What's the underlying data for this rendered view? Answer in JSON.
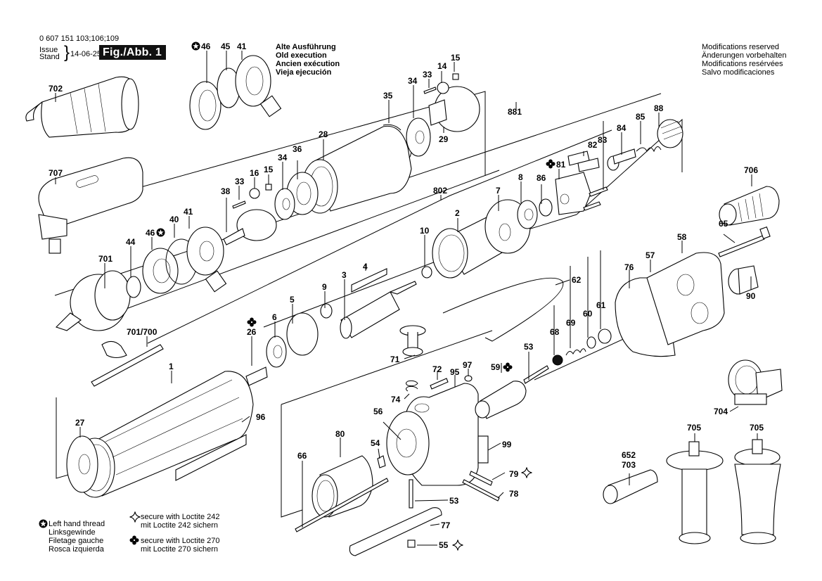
{
  "header": {
    "part_code": "0 607 151 103;106;109",
    "issue_label_1": "Issue",
    "issue_label_2": "Stand",
    "issue_date": "14-06-25",
    "figure_label": "Fig./Abb. 1"
  },
  "old_execution": {
    "lines": [
      "Alte Ausführung",
      "Old execution",
      "Ancien exécution",
      "Vieja ejecución"
    ]
  },
  "modifications": {
    "lines": [
      "Modifications reserved",
      "Änderungen vorbehalten",
      "Modifications resérvées",
      "Salvo modificaciones"
    ]
  },
  "legend": {
    "left_hand_thread": {
      "icon": "left-hand-thread-star-icon",
      "lines": [
        "Left hand thread",
        "Linksgewinde",
        "Filetage gauche",
        "Rosca izquierda"
      ]
    },
    "loctite_242": {
      "icon": "four-point-star-outline-icon",
      "lines": [
        "secure with Loctite 242",
        "mit Loctite 242 sichern"
      ]
    },
    "loctite_270": {
      "icon": "clover-icon",
      "lines": [
        "secure with Loctite 270",
        "mit Loctite 270 sichern"
      ]
    }
  },
  "callouts": [
    {
      "id": "46-top",
      "label": "46",
      "mark": "left-hand-thread"
    },
    {
      "id": "45",
      "label": "45"
    },
    {
      "id": "41-top",
      "label": "41"
    },
    {
      "id": "15-top",
      "label": "15"
    },
    {
      "id": "14",
      "label": "14"
    },
    {
      "id": "33-top",
      "label": "33"
    },
    {
      "id": "34-top",
      "label": "34"
    },
    {
      "id": "35",
      "label": "35"
    },
    {
      "id": "29",
      "label": "29"
    },
    {
      "id": "28",
      "label": "28"
    },
    {
      "id": "36",
      "label": "36"
    },
    {
      "id": "34-mid",
      "label": "34"
    },
    {
      "id": "15-mid",
      "label": "15"
    },
    {
      "id": "16",
      "label": "16"
    },
    {
      "id": "33-mid",
      "label": "33"
    },
    {
      "id": "38",
      "label": "38"
    },
    {
      "id": "702",
      "label": "702"
    },
    {
      "id": "707",
      "label": "707"
    },
    {
      "id": "41-mid",
      "label": "41"
    },
    {
      "id": "40",
      "label": "40"
    },
    {
      "id": "46-mid",
      "label": "46",
      "mark": "left-hand-thread"
    },
    {
      "id": "44",
      "label": "44"
    },
    {
      "id": "701",
      "label": "701"
    },
    {
      "id": "881",
      "label": "881"
    },
    {
      "id": "88",
      "label": "88"
    },
    {
      "id": "85",
      "label": "85"
    },
    {
      "id": "84",
      "label": "84"
    },
    {
      "id": "83",
      "label": "83"
    },
    {
      "id": "82",
      "label": "82"
    },
    {
      "id": "81",
      "label": "81",
      "mark": "loctite-270"
    },
    {
      "id": "86",
      "label": "86"
    },
    {
      "id": "8",
      "label": "8"
    },
    {
      "id": "7",
      "label": "7"
    },
    {
      "id": "802",
      "label": "802"
    },
    {
      "id": "2",
      "label": "2"
    },
    {
      "id": "10",
      "label": "10"
    },
    {
      "id": "4",
      "label": "4"
    },
    {
      "id": "3",
      "label": "3"
    },
    {
      "id": "9",
      "label": "9"
    },
    {
      "id": "5",
      "label": "5"
    },
    {
      "id": "6",
      "label": "6"
    },
    {
      "id": "26",
      "label": "26",
      "mark": "loctite-270"
    },
    {
      "id": "701-700",
      "label": "701/700"
    },
    {
      "id": "1",
      "label": "1"
    },
    {
      "id": "27",
      "label": "27"
    },
    {
      "id": "96",
      "label": "96"
    },
    {
      "id": "706",
      "label": "706"
    },
    {
      "id": "65",
      "label": "65"
    },
    {
      "id": "58",
      "label": "58"
    },
    {
      "id": "57",
      "label": "57"
    },
    {
      "id": "76",
      "label": "76"
    },
    {
      "id": "90",
      "label": "90"
    },
    {
      "id": "62",
      "label": "62"
    },
    {
      "id": "61",
      "label": "61"
    },
    {
      "id": "60",
      "label": "60"
    },
    {
      "id": "69",
      "label": "69"
    },
    {
      "id": "68",
      "label": "68"
    },
    {
      "id": "53-top",
      "label": "53"
    },
    {
      "id": "59",
      "label": "59",
      "mark": "loctite-270"
    },
    {
      "id": "97",
      "label": "97"
    },
    {
      "id": "95",
      "label": "95"
    },
    {
      "id": "72",
      "label": "72"
    },
    {
      "id": "71",
      "label": "71"
    },
    {
      "id": "74",
      "label": "74"
    },
    {
      "id": "56",
      "label": "56"
    },
    {
      "id": "54",
      "label": "54"
    },
    {
      "id": "80",
      "label": "80"
    },
    {
      "id": "66",
      "label": "66"
    },
    {
      "id": "99",
      "label": "99"
    },
    {
      "id": "79",
      "label": "79",
      "mark": "loctite-242"
    },
    {
      "id": "78",
      "label": "78"
    },
    {
      "id": "53-bot",
      "label": "53"
    },
    {
      "id": "77",
      "label": "77"
    },
    {
      "id": "55",
      "label": "55",
      "mark": "loctite-242"
    },
    {
      "id": "704",
      "label": "704"
    },
    {
      "id": "705-a",
      "label": "705"
    },
    {
      "id": "705-b",
      "label": "705"
    },
    {
      "id": "652",
      "label": "652"
    },
    {
      "id": "703",
      "label": "703"
    }
  ]
}
